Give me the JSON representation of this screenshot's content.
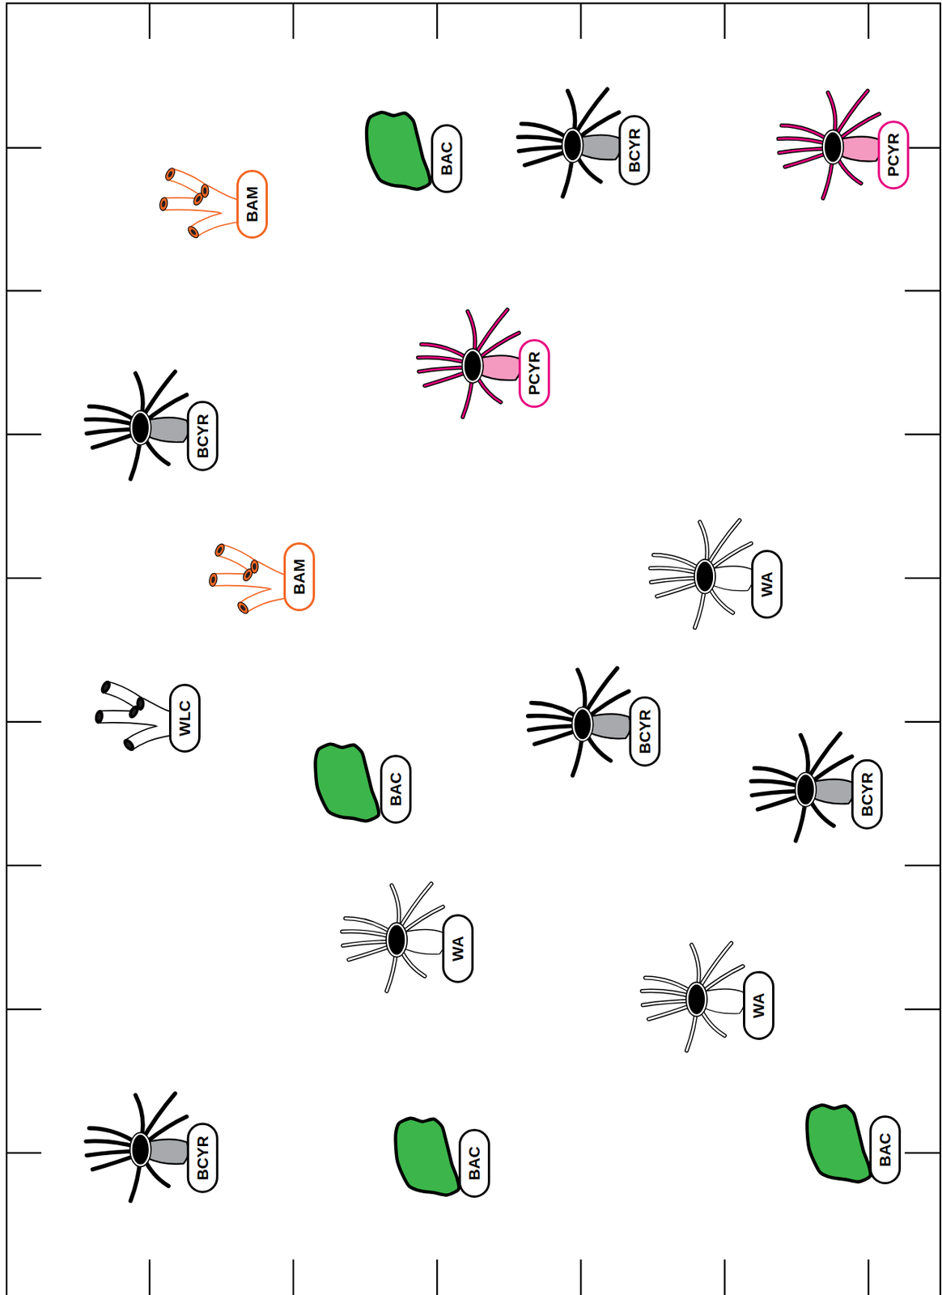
{
  "diagram": {
    "nodes": [
      {
        "text": [
          "BAM"
        ]
      },
      {
        "text": [
          "BAC"
        ]
      },
      {
        "text": [
          "BCYR"
        ]
      },
      {
        "text": [
          "PCYR"
        ]
      },
      {
        "text": [
          "PCYR"
        ]
      },
      {
        "text": [
          "BCYR"
        ]
      },
      {
        "text": [
          "BAM"
        ]
      },
      {
        "text": [
          "WA"
        ]
      },
      {
        "text": [
          "WLC"
        ]
      },
      {
        "text": [
          "BCYR"
        ]
      },
      {
        "text": [
          "BAC"
        ]
      },
      {
        "text": [
          "BCYR"
        ]
      },
      {
        "text": [
          "WA"
        ]
      },
      {
        "text": [
          "WA"
        ]
      },
      {
        "text": [
          "BCYR"
        ]
      },
      {
        "text": [
          "BAC"
        ]
      },
      {
        "text": [
          "BAC"
        ]
      }
    ]
  }
}
